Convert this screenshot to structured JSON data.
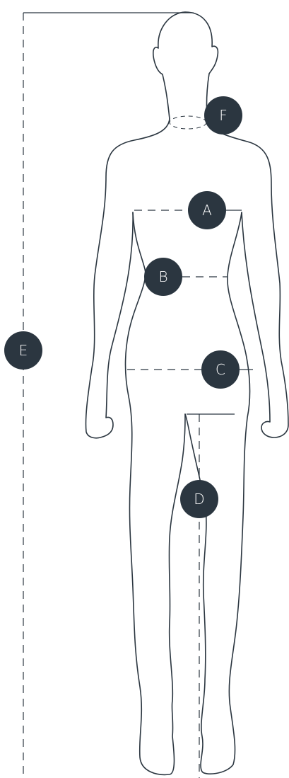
{
  "figure": {
    "line_color": "#2b3640",
    "badge_color": "#2b3640",
    "badge_text_color": "#ffffff"
  },
  "markers": {
    "a": "A",
    "b": "B",
    "c": "C",
    "d": "D",
    "e": "E",
    "f": "F"
  }
}
